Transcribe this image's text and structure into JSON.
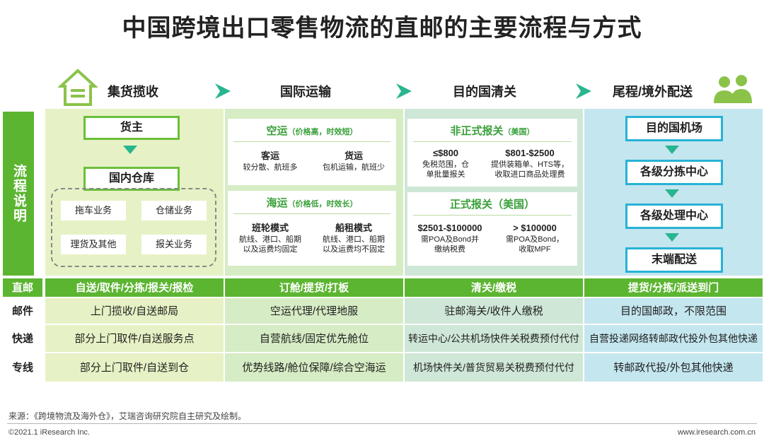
{
  "title": "中国跨境出口零售物流的直邮的主要流程与方式",
  "stages": [
    "集货揽收",
    "国际运输",
    "目的国清关",
    "尾程/境外配送"
  ],
  "side_label": "流程说明",
  "col1": {
    "shipper": "货主",
    "warehouse": "国内仓库",
    "services": [
      "拖车业务",
      "仓储业务",
      "理货及其他",
      "报关业务"
    ]
  },
  "col2": {
    "air": {
      "title": "空运",
      "sub": "（价格高，时效短）",
      "left": {
        "h": "客运",
        "d": "较分散、航班多"
      },
      "right": {
        "h": "货运",
        "d": "包机运输，航班少"
      }
    },
    "sea": {
      "title": "海运",
      "sub": "（价格低，时效长）",
      "left": {
        "h": "班轮模式",
        "d1": "航线、港口、船期",
        "d2": "以及运费均固定"
      },
      "right": {
        "h": "船租模式",
        "d1": "航线、港口、船期",
        "d2": "以及运费均不固定"
      }
    }
  },
  "col3": {
    "informal": {
      "title": "非正式报关",
      "sub": "（美国）",
      "left": {
        "h": "≤$800",
        "d1": "免税范围，仓",
        "d2": "单批量报关"
      },
      "right": {
        "h": "$801-$2500",
        "d1": "提供装箱单、HTS等，",
        "d2": "收取进口商品处理费"
      }
    },
    "formal": {
      "title": "正式报关（美国）",
      "left": {
        "h": "$2501-$100000",
        "d1": "需POA及Bond并",
        "d2": "缴纳税费"
      },
      "right": {
        "h": "> $100000",
        "d1": "需POA及Bond，",
        "d2": "收取MPF"
      }
    }
  },
  "col4": {
    "steps": [
      "目的国机场",
      "各级分拣中心",
      "各级处理中心",
      "末端配送"
    ]
  },
  "table": {
    "header": [
      "直邮",
      "自送/取件/分拣/报关/报检",
      "订舱/提货/打板",
      "清关/缴税",
      "提货/分拣/派送到门"
    ],
    "rows": [
      {
        "label": "邮件",
        "c": [
          "上门揽收/自送邮局",
          "空运代理/代理地服",
          "驻邮海关/收件人缴税",
          "目的国邮政，不限范围"
        ]
      },
      {
        "label": "快递",
        "c": [
          "部分上门取件/自送服务点",
          "自营航线/固定优先舱位",
          "转运中心/公共机场快件关税费预付代付",
          "自营投递网络转邮政代投外包其他快递"
        ]
      },
      {
        "label": "专线",
        "c": [
          "部分上门取件/自送到仓",
          "优势线路/舱位保障/综合空海运",
          "机场快件关/普货贸易关税费预付代付",
          "转邮政代投/外包其他快递"
        ]
      }
    ]
  },
  "source": "来源：《跨境物流及海外仓》，艾瑞咨询研究院自主研究及绘制。",
  "footer_left": "©2021.1 iResearch Inc.",
  "footer_right": "www.iresearch.com.cn",
  "colors": {
    "green": "#5cb531",
    "blue": "#27b2d6",
    "teal": "#28b58f"
  }
}
